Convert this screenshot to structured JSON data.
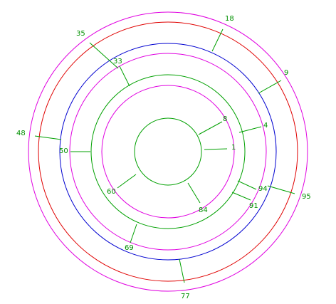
{
  "diagram": {
    "rings": [
      {
        "id": "ring-1",
        "color": "#00a000"
      },
      {
        "id": "ring-2",
        "color": "#e000e0"
      },
      {
        "id": "ring-3",
        "color": "#00a000"
      },
      {
        "id": "ring-4",
        "color": "#e000e0"
      },
      {
        "id": "ring-5",
        "color": "#0000d0"
      },
      {
        "id": "ring-6",
        "color": "#e00000"
      },
      {
        "id": "ring-7",
        "color": "#e000e0"
      }
    ],
    "spokes": [
      {
        "label": "1",
        "color": "#00a000"
      },
      {
        "label": "8",
        "color": "#00a000"
      },
      {
        "label": "4",
        "color": "#00a000"
      },
      {
        "label": "9",
        "color": "#00a000"
      },
      {
        "label": "18",
        "color": "#00a000"
      },
      {
        "label": "35",
        "color": "#00a000"
      },
      {
        "label": "33",
        "color": "#00a000"
      },
      {
        "label": "48",
        "color": "#00a000"
      },
      {
        "label": "50",
        "color": "#00a000"
      },
      {
        "label": "60",
        "color": "#00a000"
      },
      {
        "label": "84",
        "color": "#00a000"
      },
      {
        "label": "94",
        "color": "#00a000"
      },
      {
        "label": "91",
        "color": "#00a000"
      },
      {
        "label": "95",
        "color": "#00a000"
      },
      {
        "label": "69",
        "color": "#00a000"
      },
      {
        "label": "77",
        "color": "#00a000"
      }
    ],
    "label_color": "#009000"
  }
}
